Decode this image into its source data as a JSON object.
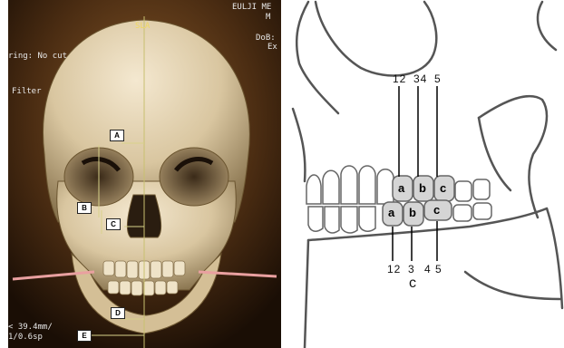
{
  "ct_panel": {
    "header_center": "SLA",
    "header_right_1": "EULJI ME",
    "header_right_2": "M",
    "header_right_3": "DoB:",
    "header_right_4": "Ex",
    "clipping": "ring: No cut",
    "filter": "Filter",
    "scale": "< 39.4mm/",
    "slice": "1/0.6sp",
    "markers": [
      "A",
      "B",
      "C",
      "D",
      "E"
    ]
  },
  "diagram_panel": {
    "top_numbers": {
      "left": "12",
      "middle": "34",
      "right": "5"
    },
    "bottom_numbers": {
      "left": "12",
      "middle": "3",
      "right": "4 5"
    },
    "upper_teeth": [
      "a",
      "b",
      "c"
    ],
    "lower_teeth": [
      "a",
      "b",
      "c"
    ],
    "bottom_letter": "c"
  }
}
